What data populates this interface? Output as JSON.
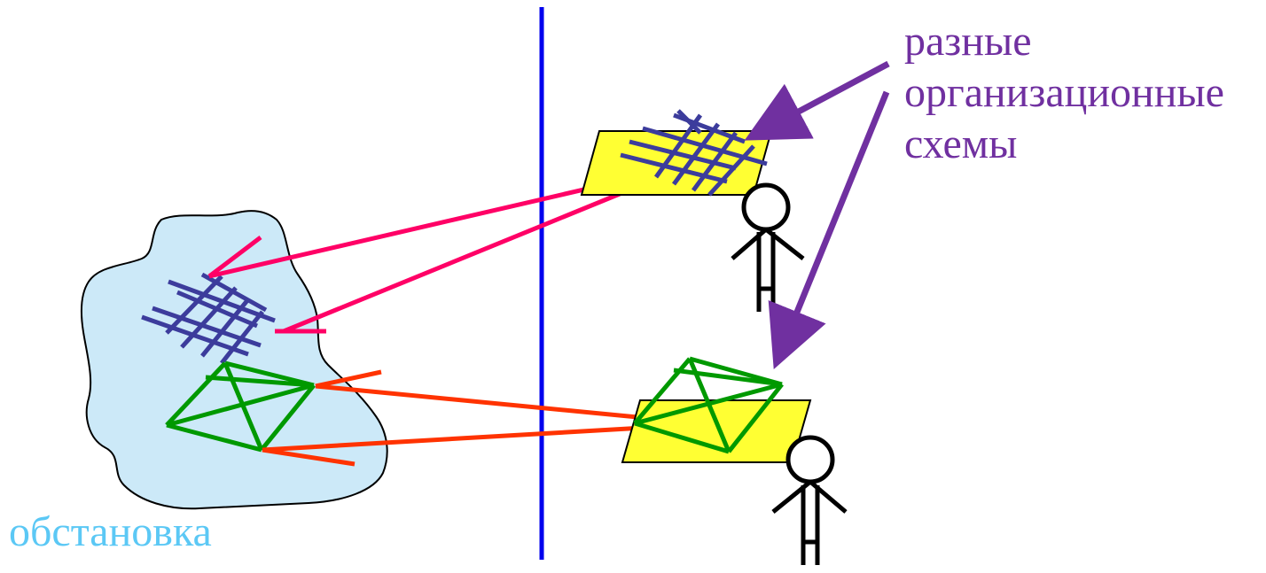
{
  "labels": {
    "schemes": [
      "разные",
      "организационные",
      "схемы"
    ],
    "environment": "обстановка"
  },
  "colors": {
    "divider": "#0000ee",
    "environment_fill": "#cce9f8",
    "environment_label": "#5bc8f5",
    "schemes_label": "#7030a0",
    "grid": "#3c3c9c",
    "triangle": "#009900",
    "link_grid": "#ff0066",
    "link_triangle": "#ff3300",
    "card_fill": "#ffff33",
    "person": "#000000"
  },
  "icons": [
    "person-icon",
    "person-icon"
  ]
}
